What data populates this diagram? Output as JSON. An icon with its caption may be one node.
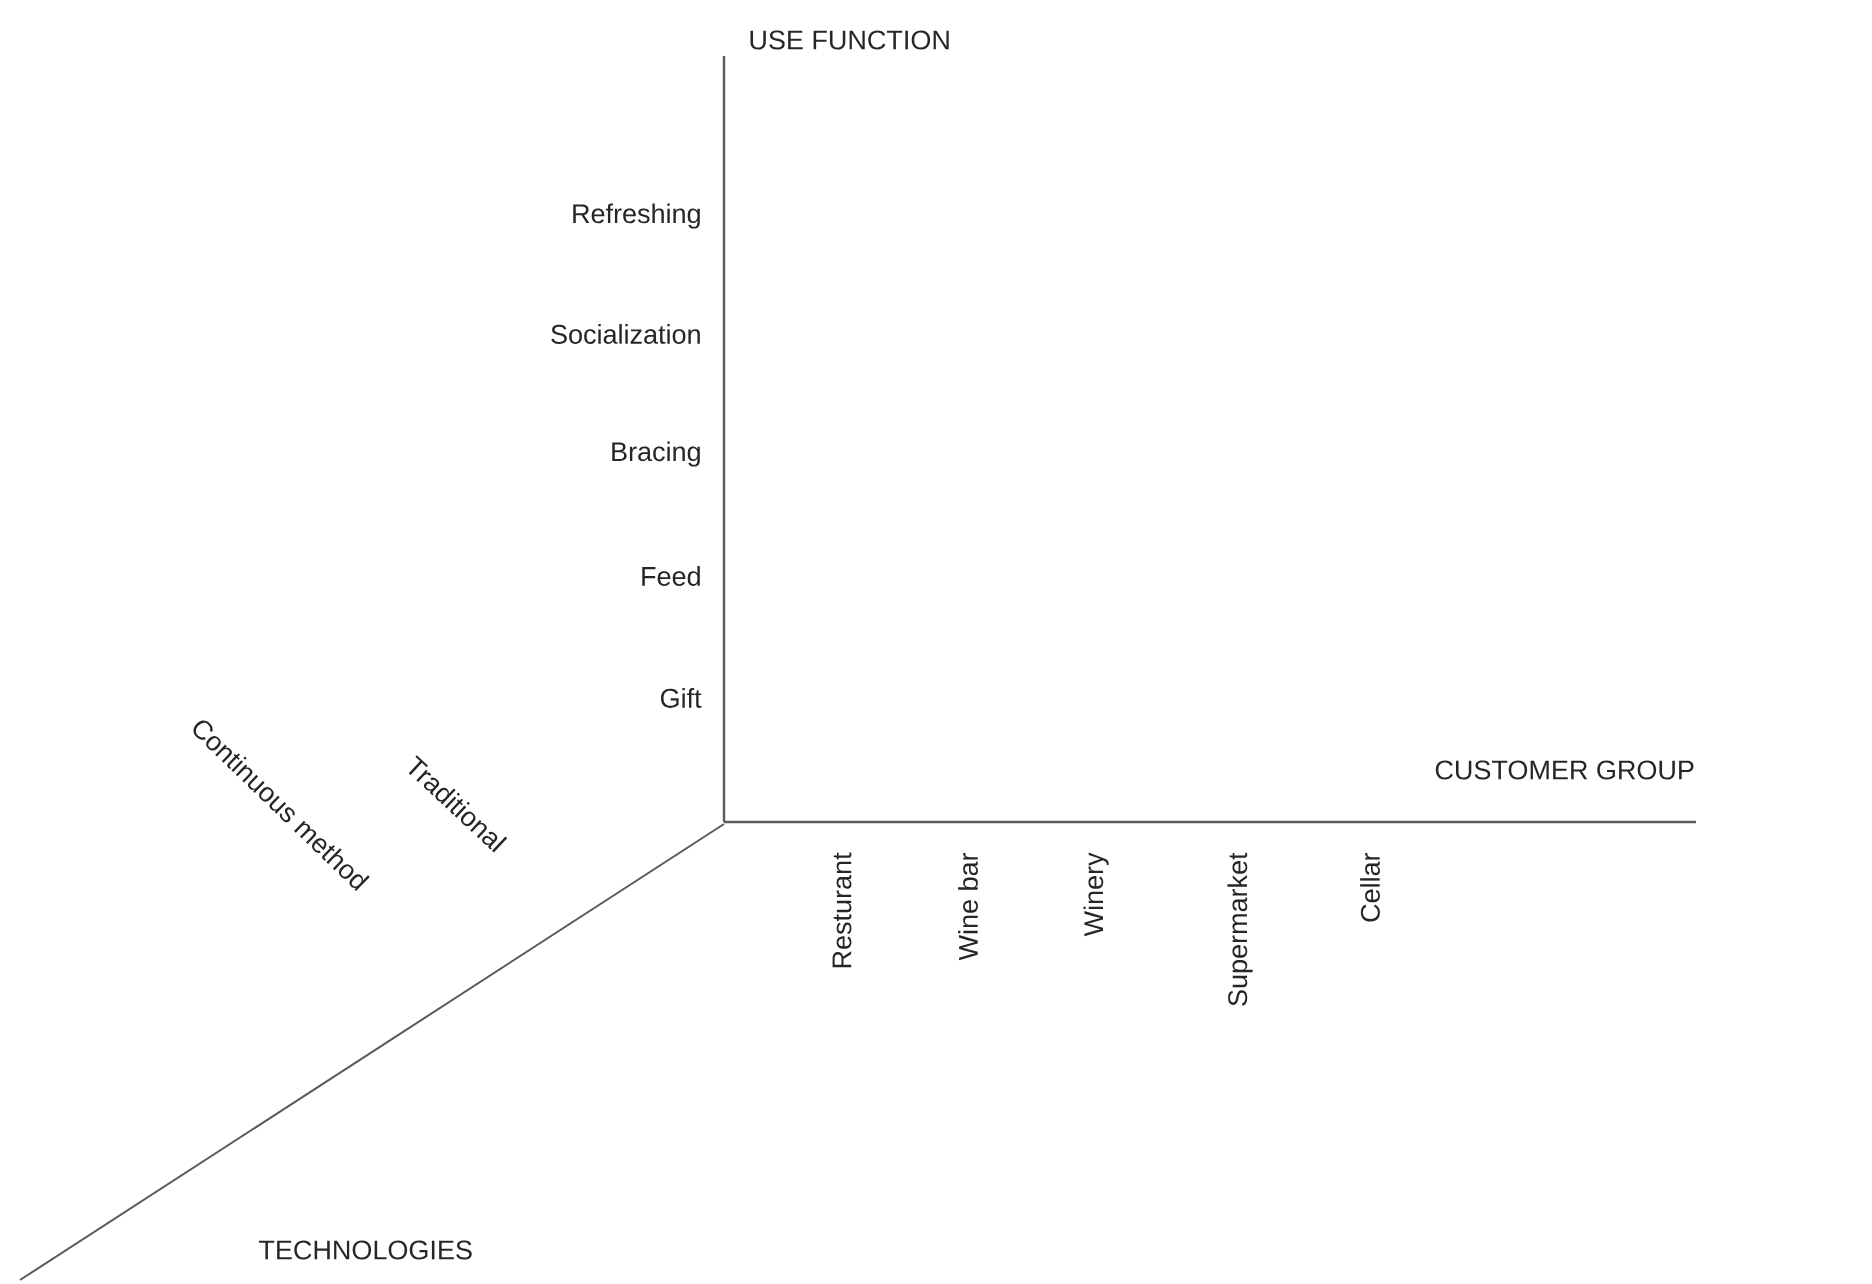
{
  "diagram": {
    "labels": [
      "USE FUNCTION",
      "Refreshing",
      "Socialization",
      "Bracing",
      "Feed",
      "Gift",
      "CUSTOMER GROUP",
      "Continuous method",
      "Traditional",
      "Resturant",
      "Wine bar",
      "Winery",
      "Supermarket",
      "Cellar",
      "TECHNOLOGIES"
    ]
  }
}
